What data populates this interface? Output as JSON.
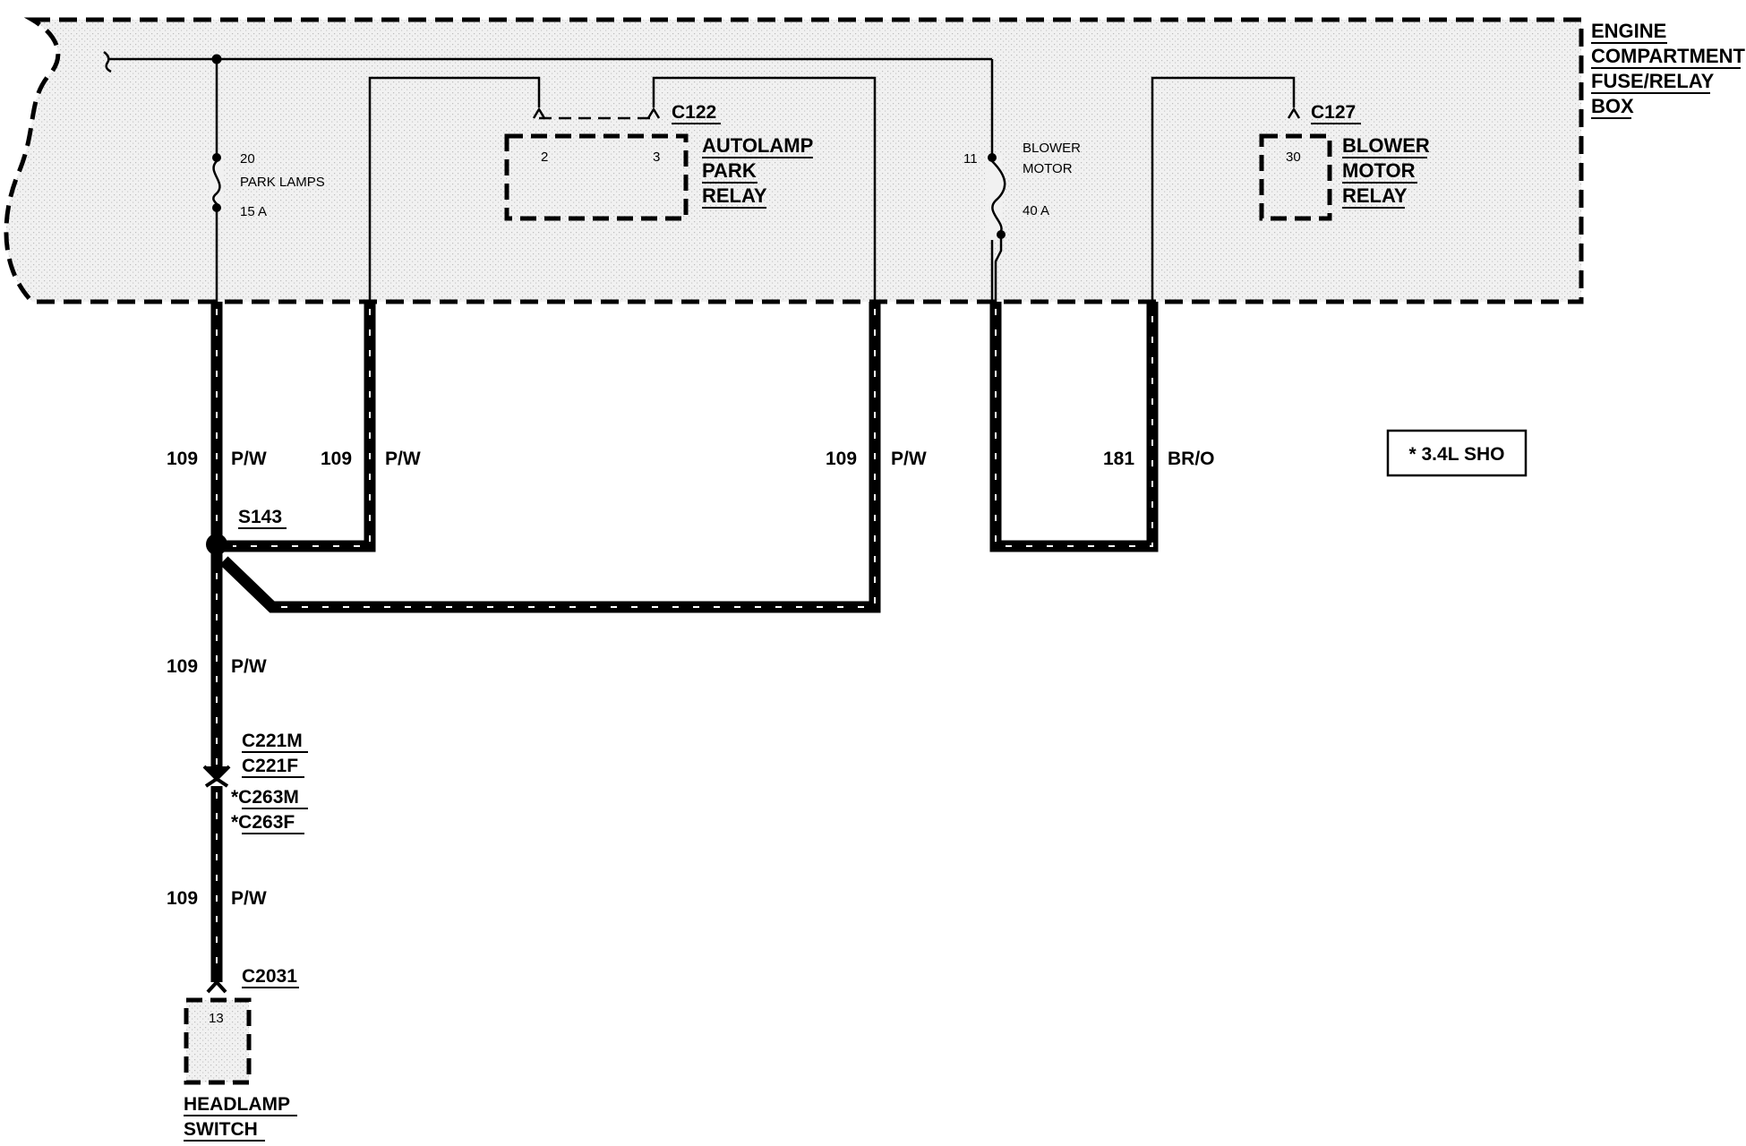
{
  "fuse_box": {
    "label_lines": [
      "ENGINE",
      "COMPARTMENT",
      "FUSE/RELAY",
      "BOX"
    ]
  },
  "fuses": [
    {
      "number": "20",
      "name": "PARK LAMPS",
      "rating": "15 A"
    },
    {
      "number": "11",
      "name_lines": [
        "BLOWER",
        "MOTOR"
      ],
      "rating": "40 A"
    }
  ],
  "relays": [
    {
      "connector": "C122",
      "pins": [
        "2",
        "3"
      ],
      "label_lines": [
        "AUTOLAMP",
        "PARK",
        "RELAY"
      ]
    },
    {
      "connector": "C127",
      "pins": [
        "30"
      ],
      "label_lines": [
        "BLOWER",
        "MOTOR",
        "RELAY"
      ]
    }
  ],
  "wires": [
    {
      "circuit": "109",
      "color": "P/W"
    },
    {
      "circuit": "109",
      "color": "P/W"
    },
    {
      "circuit": "109",
      "color": "P/W"
    },
    {
      "circuit": "181",
      "color": "BR/O"
    },
    {
      "circuit": "109",
      "color": "P/W"
    },
    {
      "circuit": "109",
      "color": "P/W"
    }
  ],
  "splice": "S143",
  "inline_connectors": [
    "C221M",
    "C221F",
    "*C263M",
    "*C263F"
  ],
  "headlamp_switch": {
    "connector": "C2031",
    "pin": "13",
    "label_lines": [
      "HEADLAMP",
      "SWITCH"
    ]
  },
  "note": "* 3.4L SHO"
}
